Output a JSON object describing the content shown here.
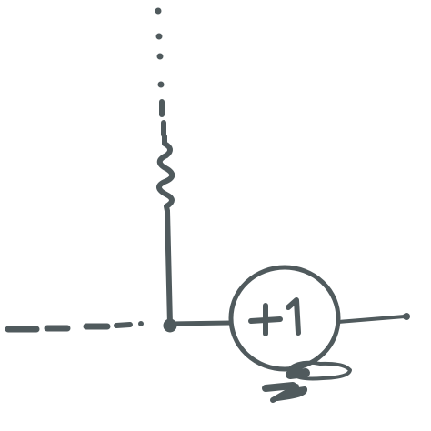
{
  "diagram": {
    "node_label": "+1",
    "ink_color": "#505a5d",
    "background": "#ffffff",
    "elements": [
      "dotted-vertical-line",
      "resistor",
      "dashed-horizontal-line",
      "junction-dot",
      "plus-one-node",
      "output-arrow-line",
      "unit-scribble"
    ]
  }
}
